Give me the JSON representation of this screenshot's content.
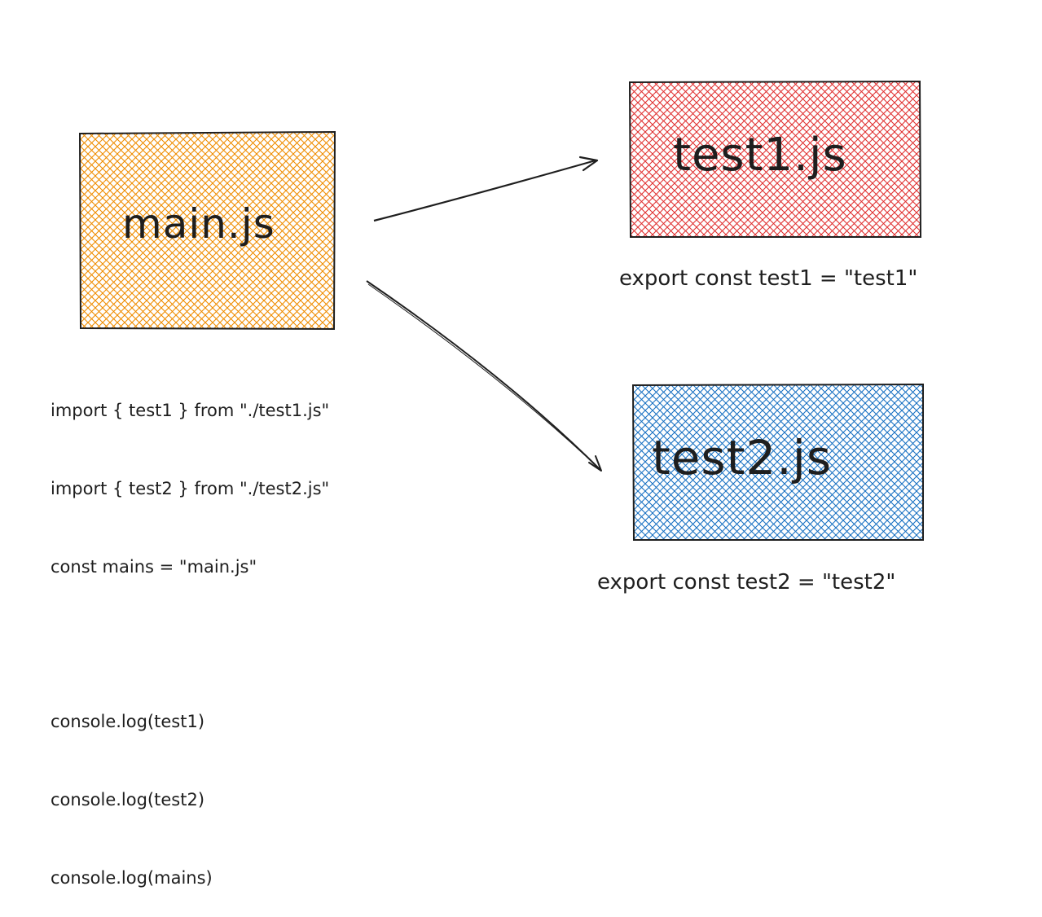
{
  "nodes": {
    "main": {
      "label": "main.js",
      "fill": "#f08c00"
    },
    "test1": {
      "label": "test1.js",
      "fill": "#e03131"
    },
    "test2": {
      "label": "test2.js",
      "fill": "#1971c2"
    }
  },
  "annotations": {
    "main_code": [
      "import { test1 } from \"./test1.js\"",
      "import { test2 } from \"./test2.js\"",
      "const mains = \"main.js\"",
      "",
      "console.log(test1)",
      "console.log(test2)",
      "console.log(mains)"
    ],
    "test1_code": "export const test1 = \"test1\"",
    "test2_code": "export const test2 = \"test2\""
  },
  "edges": [
    {
      "from": "main",
      "to": "test1"
    },
    {
      "from": "main",
      "to": "test2"
    }
  ],
  "colors": {
    "stroke": "#1e1e1e",
    "background": "#ffffff"
  }
}
